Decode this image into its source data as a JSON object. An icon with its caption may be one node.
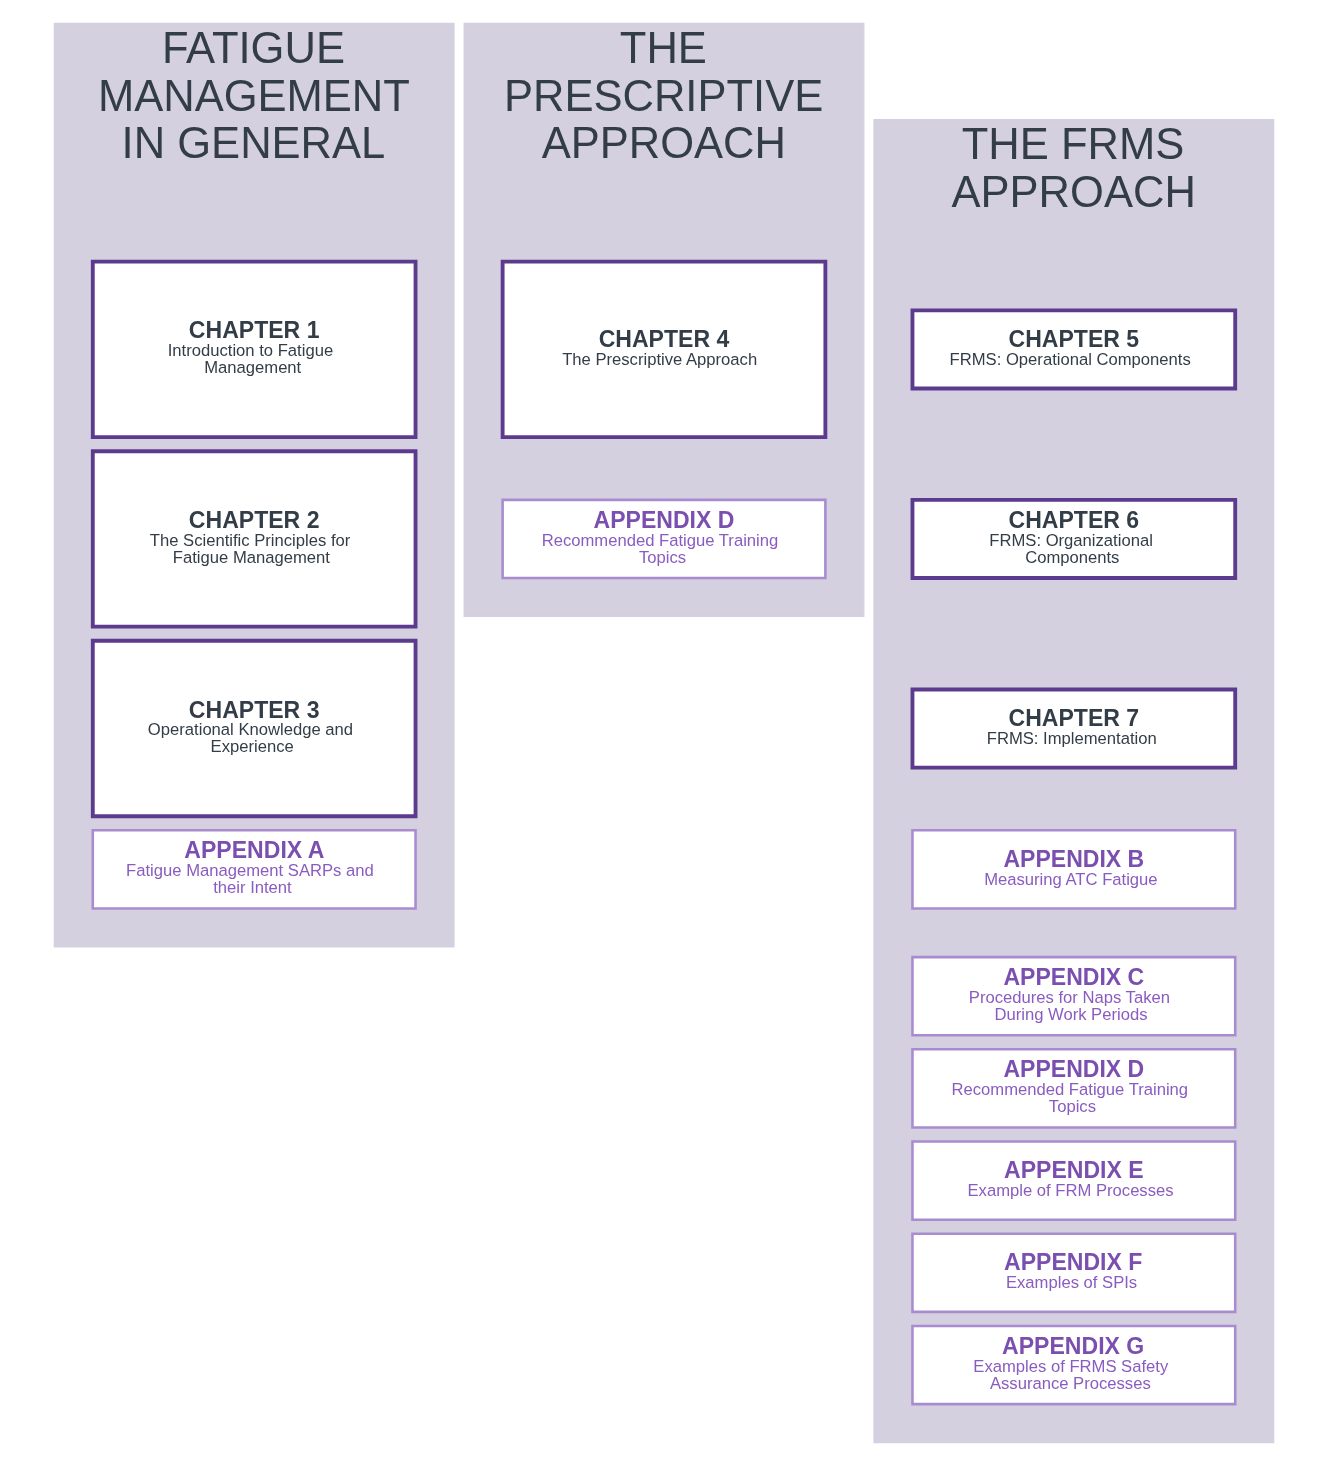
{
  "diagram": {
    "nodes": [
      {
        "text": [
          "FATIGUE MANAGEMENT IN GENERAL"
        ]
      },
      {
        "text": [
          "CHAPTER 1",
          "Introduction to Fatigue Management"
        ],
        "in": 0
      },
      {
        "text": [
          "CHAPTER 2",
          "The Scientific Principles for Fatigue Management"
        ],
        "in": 0
      },
      {
        "text": [
          "CHAPTER 3",
          "Operational Knowledge and Experience"
        ],
        "in": 0
      },
      {
        "text": [
          "APPENDIX A",
          "Fatigue Management SARPs and their Intent"
        ],
        "in": 0
      },
      {
        "text": [
          "THE PRESCRIPTIVE APPROACH"
        ]
      },
      {
        "text": [
          "CHAPTER 4",
          "The Prescriptive Approach"
        ],
        "in": 5
      },
      {
        "text": [
          "APPENDIX D",
          "Recommended Fatigue Training Topics"
        ],
        "in": 5
      },
      {
        "text": [
          "THE FRMS APPROACH"
        ]
      },
      {
        "text": [
          "CHAPTER 5",
          "FRMS: Operational Components"
        ],
        "in": 8
      },
      {
        "text": [
          "CHAPTER 6",
          "FRMS: Organizational Components"
        ],
        "in": 8
      },
      {
        "text": [
          "CHAPTER 7",
          "FRMS: Implementation"
        ],
        "in": 8
      },
      {
        "text": [
          "APPENDIX B",
          "Measuring ATC Fatigue"
        ],
        "in": 8
      },
      {
        "text": [
          "APPENDIX C",
          "Procedures for Naps Taken During Work Periods"
        ],
        "in": 8
      },
      {
        "text": [
          "APPENDIX D",
          "Recommended Fatigue Training Topics"
        ],
        "in": 8
      },
      {
        "text": [
          "APPENDIX E",
          "Example of FRM Processes"
        ],
        "in": 8
      },
      {
        "text": [
          "APPENDIX F",
          "Examples of SPIs"
        ],
        "in": 8
      },
      {
        "text": [
          "APPENDIX G",
          "Examples of FRMS Safety Assurance Processes"
        ],
        "in": 8
      }
    ],
    "edges": []
  }
}
